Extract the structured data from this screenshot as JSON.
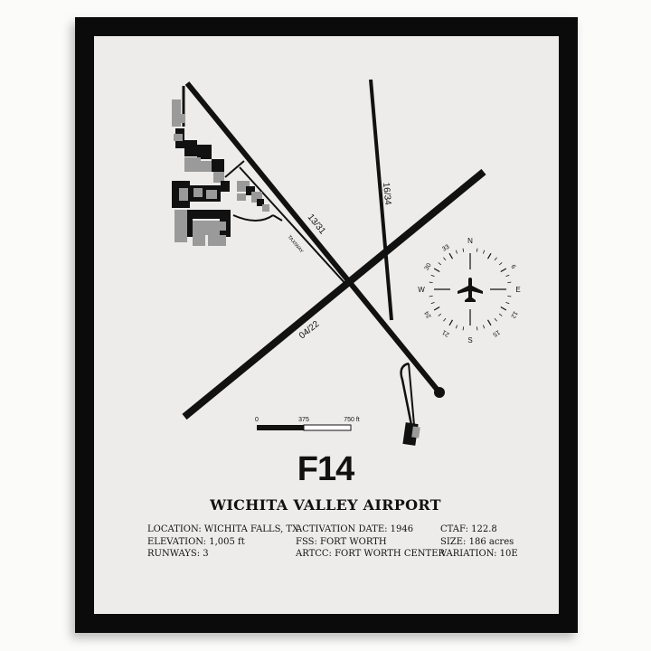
{
  "poster": {
    "code": "F14",
    "name": "WICHITA VALLEY AIRPORT",
    "info_columns": [
      [
        "LOCATION: WICHITA FALLS, TX",
        "ELEVATION: 1,005 ft",
        "RUNWAYS: 3"
      ],
      [
        "ACTIVATION DATE: 1946",
        "FSS: FORT WORTH",
        "ARTCC: FORT WORTH CENTER"
      ],
      [
        "CTAF: 122.8",
        "SIZE: 186 acres",
        "VARIATION: 10E"
      ]
    ]
  },
  "runways": {
    "r1331": "13/31",
    "r1634": "16/34",
    "r0422": "04/22",
    "taxiway": "TAXIWAY"
  },
  "scale": {
    "ticks": [
      "0",
      "375",
      "750 ft"
    ]
  },
  "compass": {
    "n": "N",
    "e": "E",
    "s": "S",
    "w": "W",
    "n33": "33",
    "n30": "30",
    "n6": "6",
    "n12": "12",
    "n15": "15",
    "n21": "21",
    "n24": "24"
  }
}
